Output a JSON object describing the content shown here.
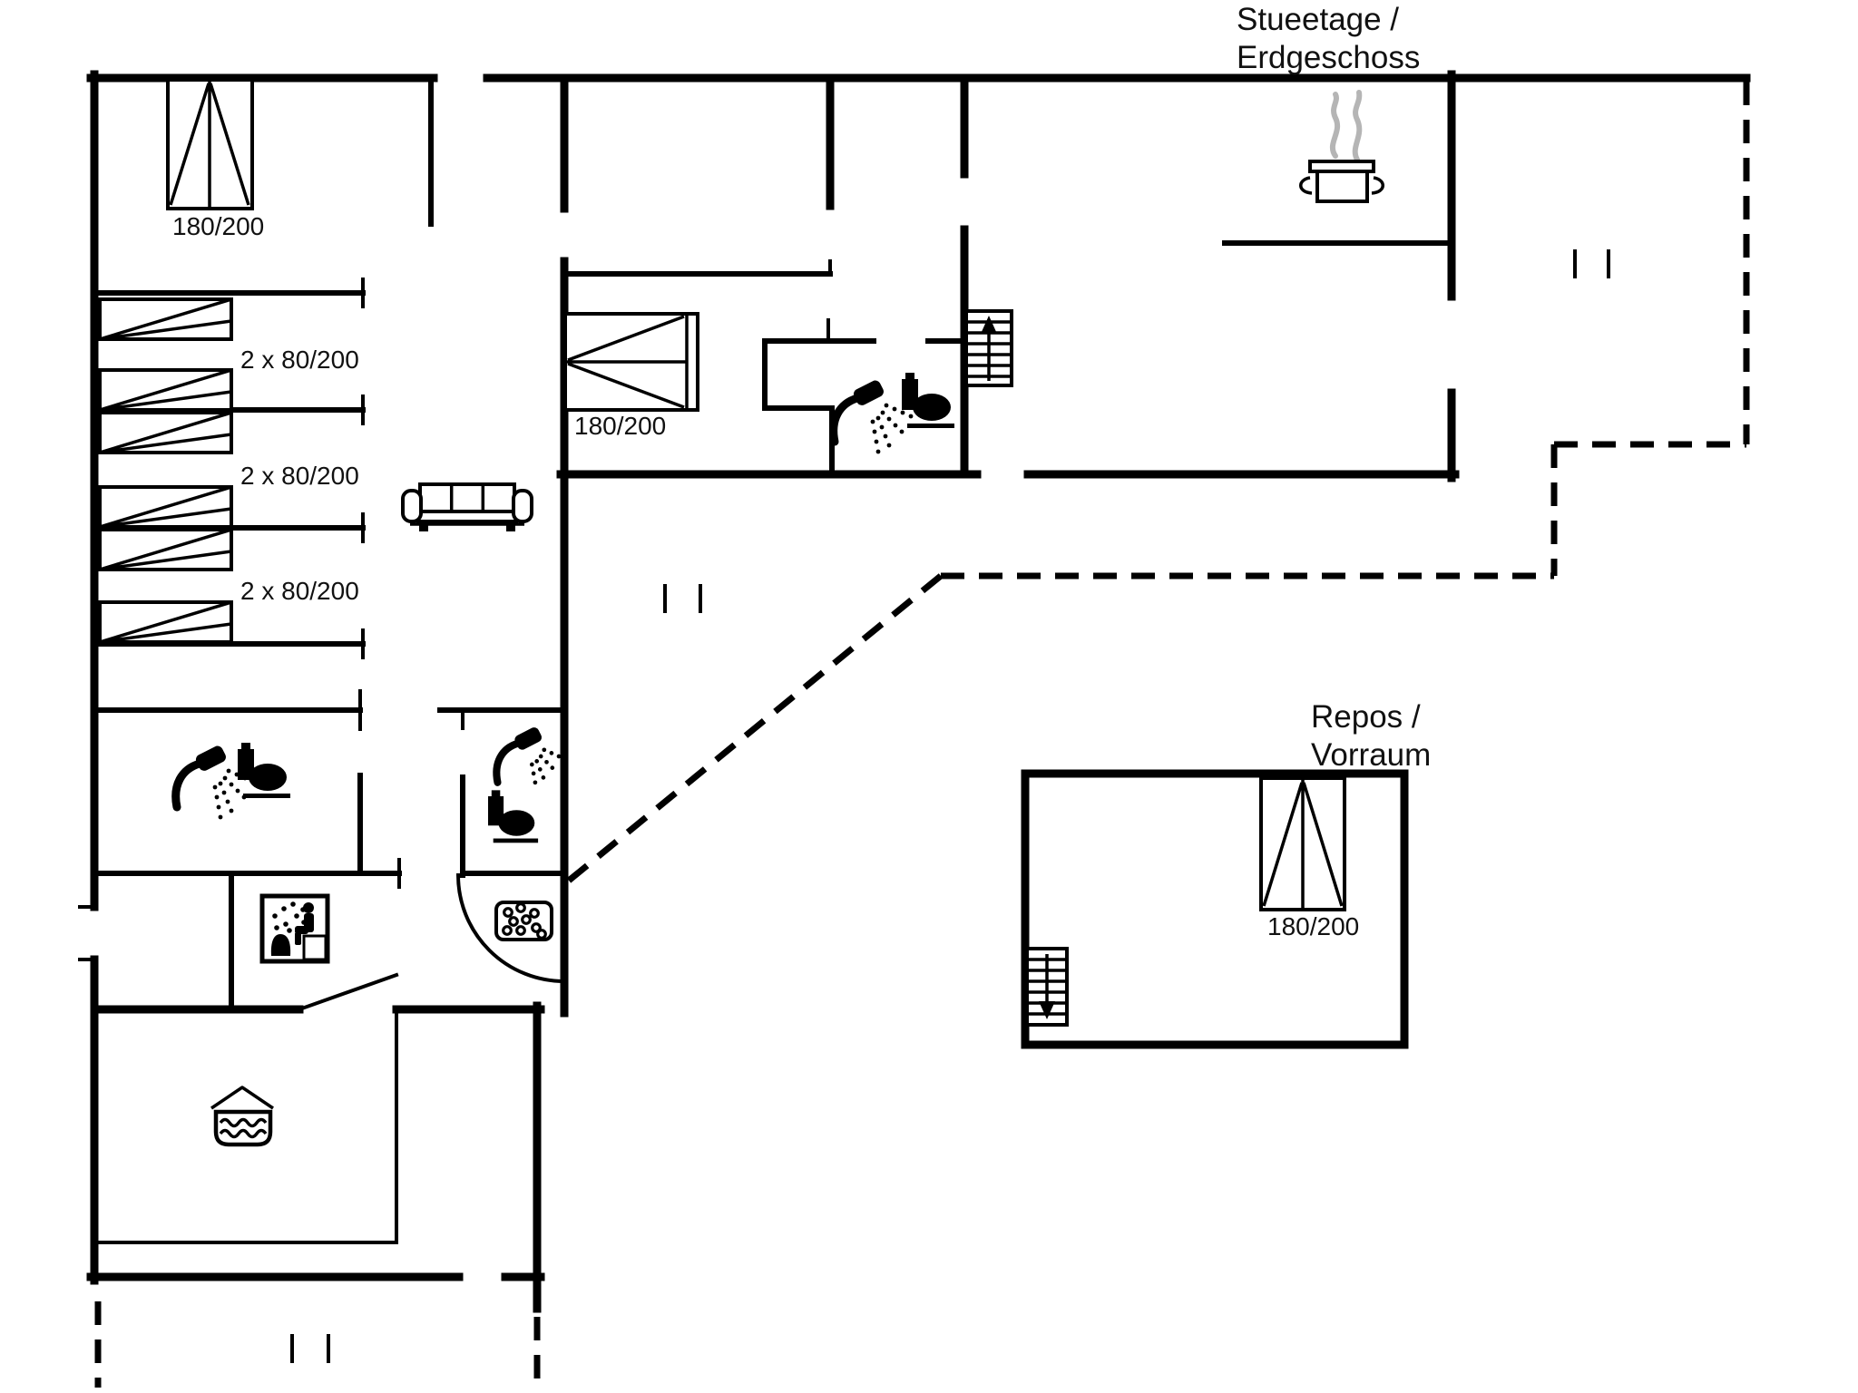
{
  "title": {
    "line1": "Stueetage /",
    "line2": "Erdgeschoss"
  },
  "rooms": {
    "landing": {
      "line1": "Repos /",
      "line2": "Vorraum"
    }
  },
  "beds": [
    {
      "name": "double-bed-entrance-room",
      "size": "180/200"
    },
    {
      "name": "double-bed-middle-room",
      "size": "180/200"
    },
    {
      "name": "double-bed-landing-room",
      "size": "180/200"
    },
    {
      "name": "bunk-beds-room-1",
      "size": "2 x 80/200"
    },
    {
      "name": "bunk-beds-room-2",
      "size": "2 x 80/200"
    },
    {
      "name": "bunk-beds-room-3",
      "size": "2 x 80/200"
    }
  ],
  "icons": [
    "cooking-pot-icon",
    "steam-icon",
    "shower-icon",
    "toilet-icon",
    "sauna-icon",
    "whirlpool-icon",
    "pebble-tray-icon",
    "sofa-icon",
    "stairs-up-icon",
    "stairs-down-icon",
    "door-swing-icon",
    "window-tick-icon"
  ],
  "colors": {
    "line": "#000000",
    "background": "#ffffff",
    "steam": "#b5b5b5",
    "text": "#111111"
  }
}
